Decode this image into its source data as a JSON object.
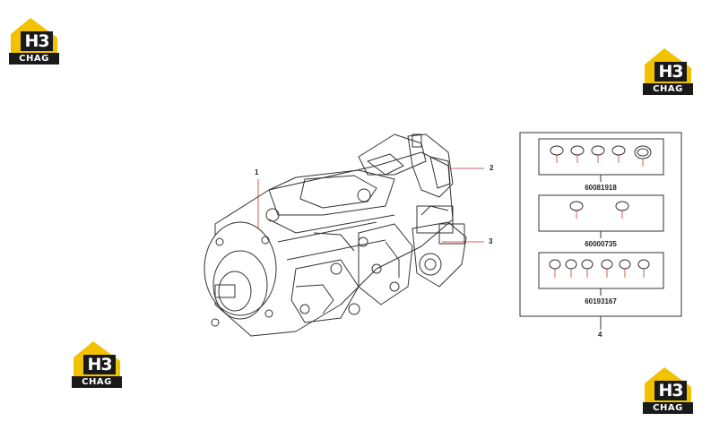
{
  "logos": [
    {
      "mark": "H3",
      "caption": "CHAG",
      "accent": "#f2c200"
    },
    {
      "mark": "H3",
      "caption": "CHAG",
      "accent": "#f2c200"
    },
    {
      "mark": "H3",
      "caption": "CHAG",
      "accent": "#f2c200"
    },
    {
      "mark": "H3",
      "caption": "CHAG",
      "accent": "#f2c200"
    }
  ],
  "callouts": {
    "c1": "1",
    "c2": "2",
    "c3": "3",
    "c4": "4"
  },
  "kits": [
    {
      "part_number": "60081918",
      "rings": 5
    },
    {
      "part_number": "60000735",
      "rings": 2
    },
    {
      "part_number": "60193167",
      "rings": 6
    }
  ],
  "colors": {
    "line": "#333333",
    "leader": "#c0392b",
    "logo_yellow": "#f2c200",
    "logo_dark": "#1a1a1a"
  }
}
